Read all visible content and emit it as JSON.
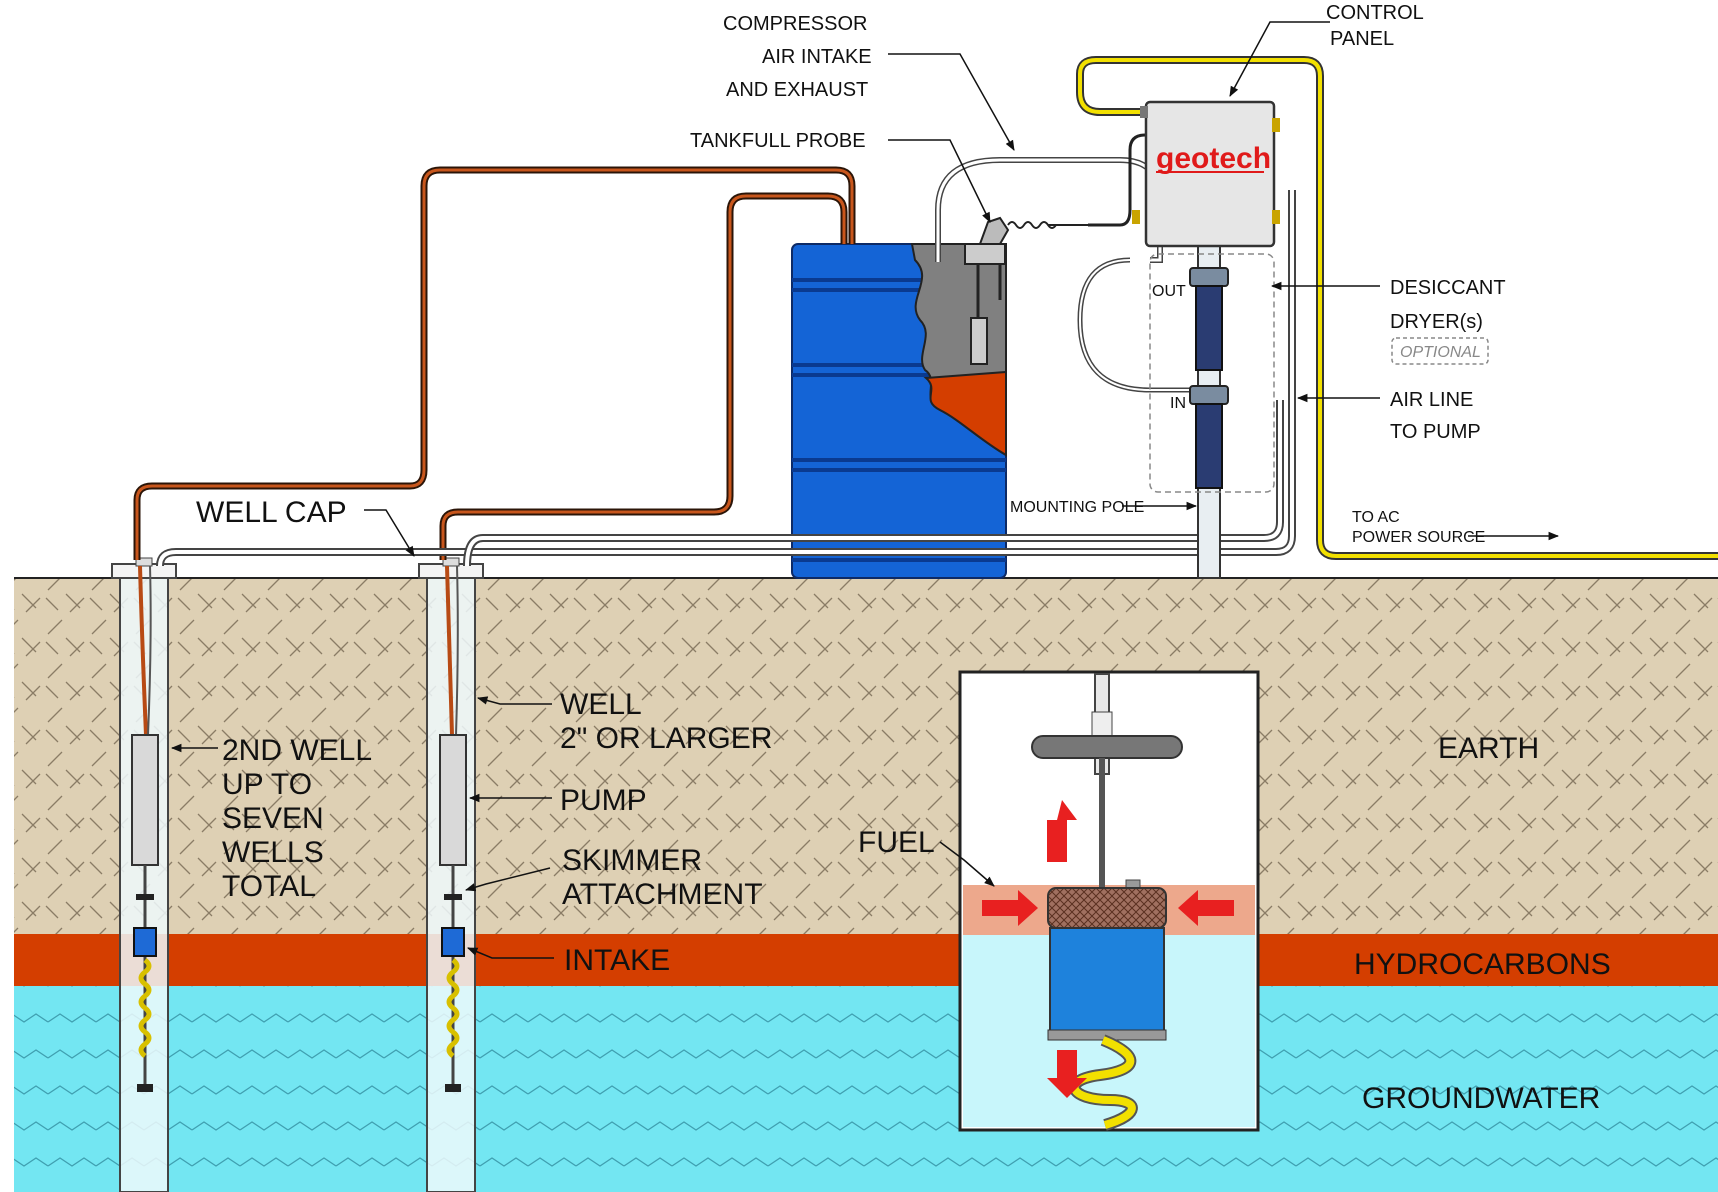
{
  "labels": {
    "compressor_line1": "COMPRESSOR",
    "compressor_line2": "AIR INTAKE",
    "compressor_line3": "AND EXHAUST",
    "tankfull_probe": "TANKFULL PROBE",
    "control_panel_line1": "CONTROL",
    "control_panel_line2": "PANEL",
    "brand_geo": "geo",
    "brand_tech": "tech",
    "desiccant_line1": "DESICCANT",
    "desiccant_line2": "DRYER(s)",
    "optional": "OPTIONAL",
    "air_line_line1": "AIR LINE",
    "air_line_line2": "TO PUMP",
    "out": "OUT",
    "in": "IN",
    "mounting_pole": "MOUNTING POLE",
    "to_ac_line1": "TO AC",
    "to_ac_line2": "POWER SOURCE",
    "well_cap": "WELL CAP",
    "well_line1": "WELL",
    "well_line2": "2\" OR LARGER",
    "second_well_line1": "2ND WELL",
    "second_well_line2": "UP TO",
    "second_well_line3": "SEVEN",
    "second_well_line4": "WELLS",
    "second_well_line5": "TOTAL",
    "pump": "PUMP",
    "skimmer_line1": "SKIMMER",
    "skimmer_line2": "ATTACHMENT",
    "intake": "INTAKE",
    "fuel": "FUEL",
    "earth": "EARTH",
    "hydrocarbons": "HYDROCARBONS",
    "groundwater": "GROUNDWATER"
  },
  "colors": {
    "earth": "#ded0b4",
    "hydrocarbons": "#d43e00",
    "groundwater": "#73e6f2",
    "drum": "#1464d6",
    "air_hose": "#b84a14",
    "power_cord": "#f2e000",
    "brand_red": "#e01a1a",
    "arrow_red": "#e82020",
    "fuel_band": "#eda88c",
    "canister_blue": "#1e82dc"
  }
}
